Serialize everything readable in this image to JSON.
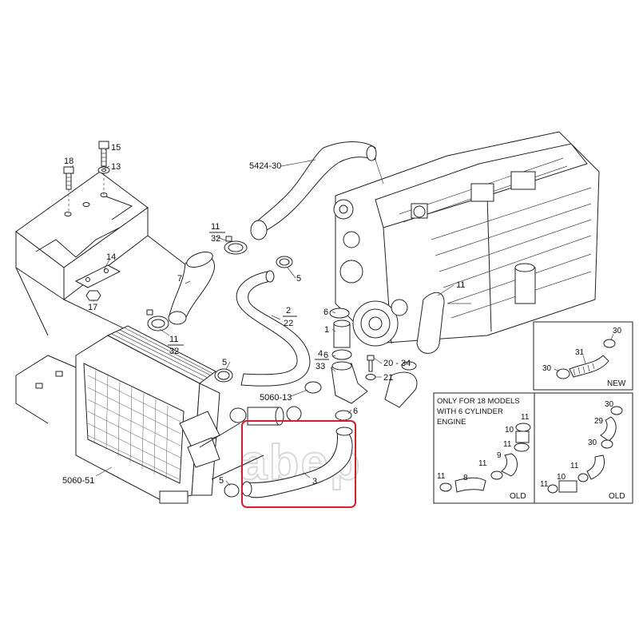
{
  "labels": {
    "p18": "18",
    "p15": "15",
    "p13": "13",
    "p14": "14",
    "p17": "17",
    "p5424": "5424-30",
    "p11_32_top_n": "11",
    "p11_32_top_d": "32",
    "p7": "7",
    "p5_a": "5",
    "p2_n": "2",
    "p2_d": "22",
    "p11_32_bot_n": "11",
    "p11_32_bot_d": "32",
    "p11_engine": "11",
    "p6_a": "6",
    "p1": "1",
    "p6_b": "6",
    "p4_n": "4",
    "p4_d": "33",
    "p20_34": "20 - 34",
    "p21": "21",
    "p5_b": "5",
    "p5060_13": "5060-13",
    "p6_c": "6",
    "p3": "3",
    "p5_c": "5",
    "p5060_51": "5060-51"
  },
  "new_box": {
    "p30_a": "30",
    "p31": "31",
    "p30_b": "30",
    "tag": "NEW"
  },
  "old_box_a": {
    "note_line1": "ONLY FOR 18 MODELS",
    "note_line2": "WITH 6 CYLINDER",
    "note_line3": "ENGINE",
    "p11_a": "11",
    "p10": "10",
    "p11_b": "11",
    "p9": "9",
    "p11_c": "11",
    "p11_d": "11",
    "p8": "8",
    "tag": "OLD"
  },
  "old_box_b": {
    "p30_a": "30",
    "p29": "29",
    "p30_b": "30",
    "p11_a": "11",
    "p11_b": "11",
    "p10": "10",
    "tag": "OLD"
  },
  "watermark": "abep",
  "colors": {
    "highlight": "#d0202b",
    "line": "#222222"
  }
}
